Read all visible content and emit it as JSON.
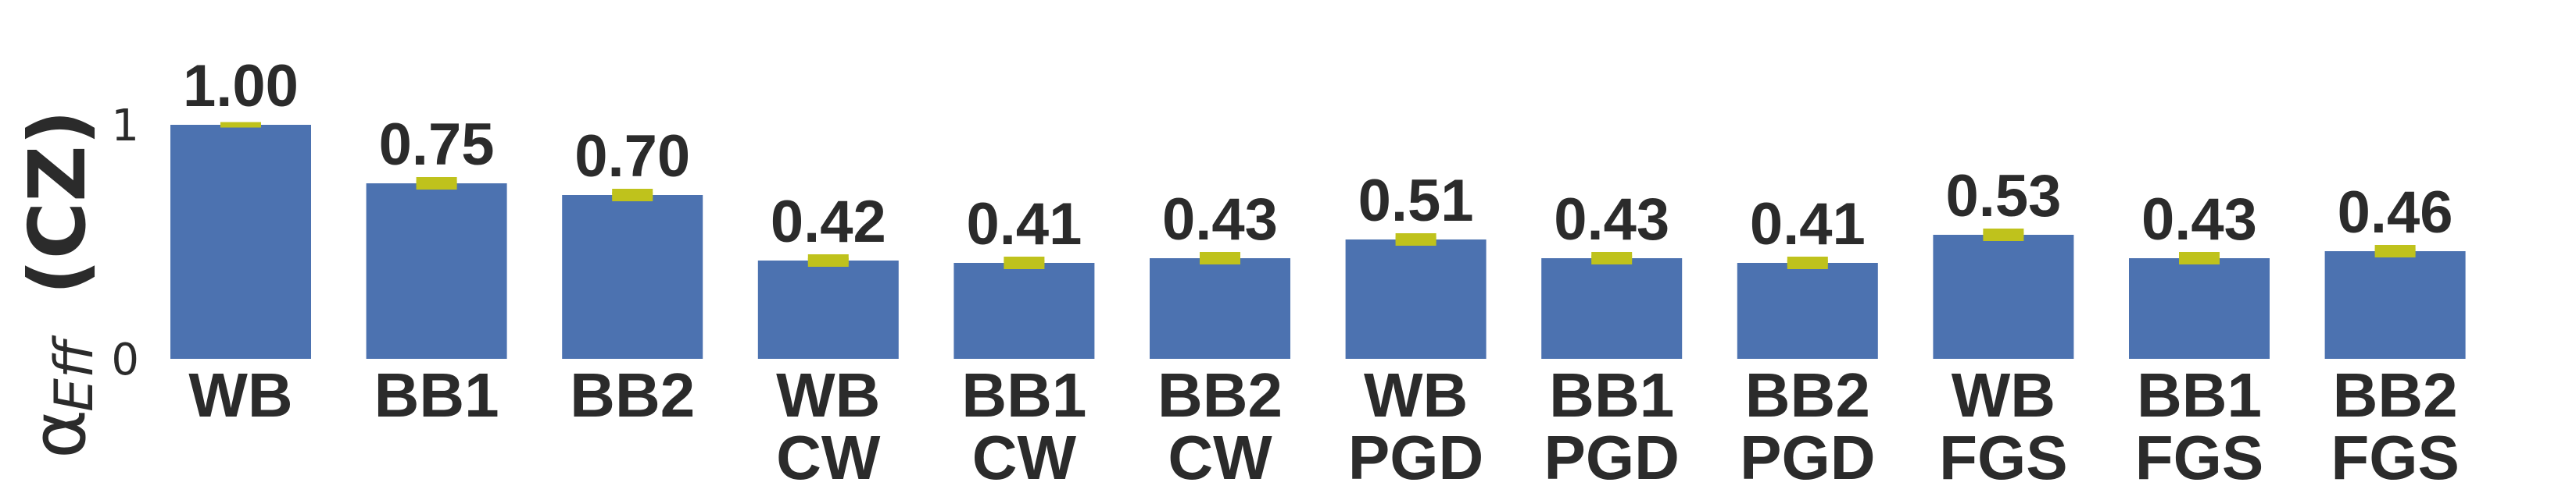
{
  "chart_data": {
    "type": "bar",
    "ylabel": {
      "symbol": "α",
      "subscript": "Eff",
      "suffix": "(CZ)"
    },
    "yticks": [
      "0",
      "1"
    ],
    "ylim": [
      0,
      1
    ],
    "categories": [
      [
        "WB"
      ],
      [
        "BB1"
      ],
      [
        "BB2"
      ],
      [
        "WB",
        "CW"
      ],
      [
        "BB1",
        "CW"
      ],
      [
        "BB2",
        "CW"
      ],
      [
        "WB",
        "PGD"
      ],
      [
        "BB1",
        "PGD"
      ],
      [
        "BB2",
        "PGD"
      ],
      [
        "WB",
        "FGS"
      ],
      [
        "BB1",
        "FGS"
      ],
      [
        "BB2",
        "FGS"
      ]
    ],
    "values": [
      1.0,
      0.75,
      0.7,
      0.42,
      0.41,
      0.43,
      0.51,
      0.43,
      0.41,
      0.53,
      0.43,
      0.46
    ],
    "value_labels": [
      "1.00",
      "0.75",
      "0.70",
      "0.42",
      "0.41",
      "0.43",
      "0.51",
      "0.43",
      "0.41",
      "0.53",
      "0.43",
      "0.46"
    ],
    "error": [
      0.0,
      0.03,
      0.03,
      0.03,
      0.03,
      0.03,
      0.03,
      0.03,
      0.03,
      0.03,
      0.03,
      0.03
    ],
    "colors": {
      "bar": "#4c72b0",
      "errorbar": "#bfc21c",
      "text": "#2b2b2b"
    }
  }
}
